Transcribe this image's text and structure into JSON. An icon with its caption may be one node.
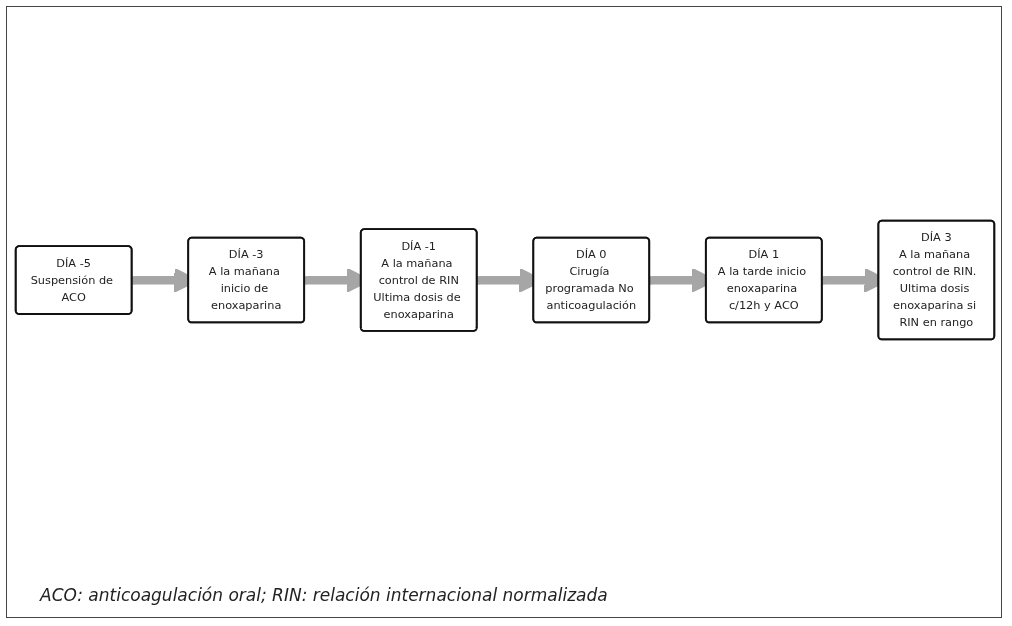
{
  "diagram": {
    "caption": "ACO: anticoagulación oral; RIN: relación internacional normalizada",
    "nodes": [
      {
        "text": [
          "DÍA -5",
          "Suspensión de ACO"
        ]
      },
      {
        "text": [
          "DÍA -3",
          "A la mañana inicio de enoxaparina"
        ]
      },
      {
        "text": [
          "DÍA -1",
          "A la mañana control de RIN",
          "Ultima dosis de enoxaparina"
        ]
      },
      {
        "text": [
          "DÍA 0",
          "Cirugía programada No anticoagulación"
        ]
      },
      {
        "text": [
          "DÍA 1",
          "A la tarde inicio enoxaparina c/12h y ACO"
        ]
      },
      {
        "text": [
          "DÍA 3",
          "A la mañana control de RIN. Ultima dosis enoxaparina si RIN en rango"
        ]
      }
    ],
    "edges": [
      {
        "from": 0,
        "to": 1,
        "arrow": "to"
      },
      {
        "from": 1,
        "to": 2,
        "arrow": "to"
      },
      {
        "from": 2,
        "to": 3,
        "arrow": "to"
      },
      {
        "from": 3,
        "to": 4,
        "arrow": "to"
      },
      {
        "from": 4,
        "to": 5,
        "arrow": "to"
      }
    ]
  }
}
